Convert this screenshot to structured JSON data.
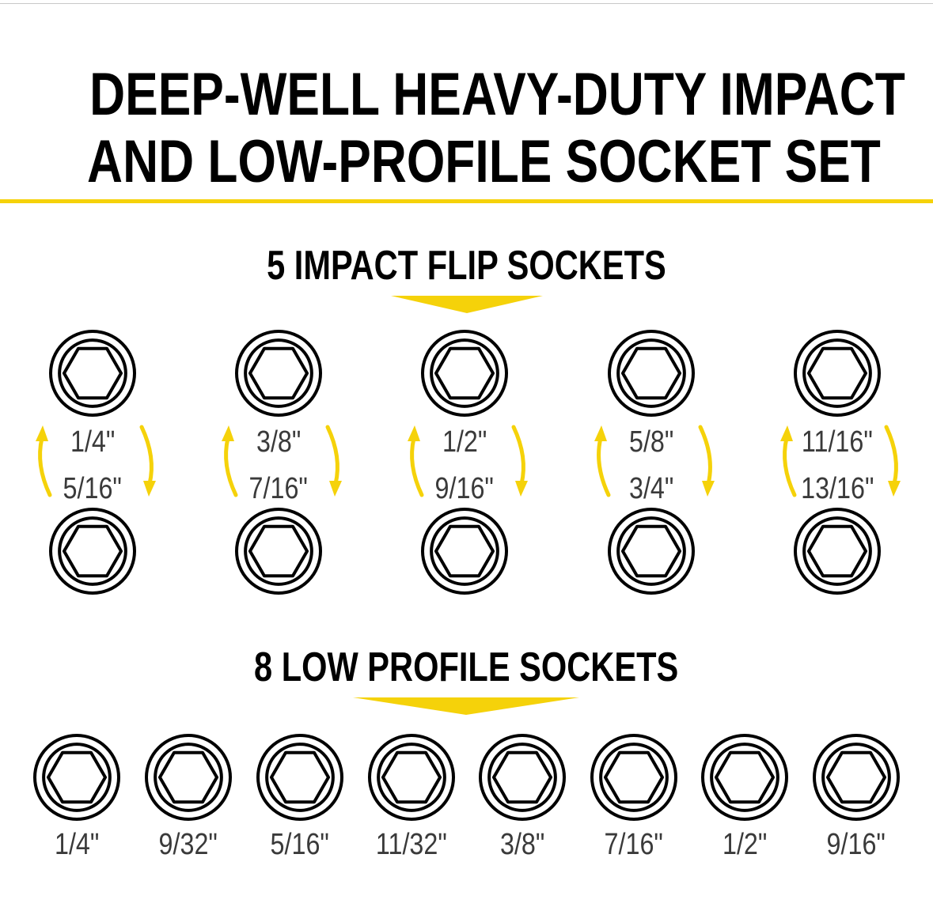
{
  "title": {
    "line1": "DEEP-WELL HEAVY-DUTY IMPACT",
    "line2": "AND LOW-PROFILE SOCKET SET"
  },
  "impact_section": {
    "heading": "5 IMPACT FLIP SOCKETS",
    "sockets": [
      {
        "top_size": "1/4\"",
        "bottom_size": "5/16\""
      },
      {
        "top_size": "3/8\"",
        "bottom_size": "7/16\""
      },
      {
        "top_size": "1/2\"",
        "bottom_size": "9/16\""
      },
      {
        "top_size": "5/8\"",
        "bottom_size": "3/4\""
      },
      {
        "top_size": "11/16\"",
        "bottom_size": "13/16\""
      }
    ]
  },
  "low_profile_section": {
    "heading": "8 LOW PROFILE SOCKETS",
    "sockets": [
      "1/4\"",
      "9/32\"",
      "5/16\"",
      "11/32\"",
      "3/8\"",
      "7/16\"",
      "1/2\"",
      "9/16\""
    ]
  },
  "colors": {
    "accent": "#f5d20a",
    "stroke": "#000000",
    "label": "#3a3a3a"
  },
  "icons": {
    "socket": "hex-socket-icon",
    "flip": "flip-arrow-icon",
    "pointer": "down-pointer-icon"
  }
}
